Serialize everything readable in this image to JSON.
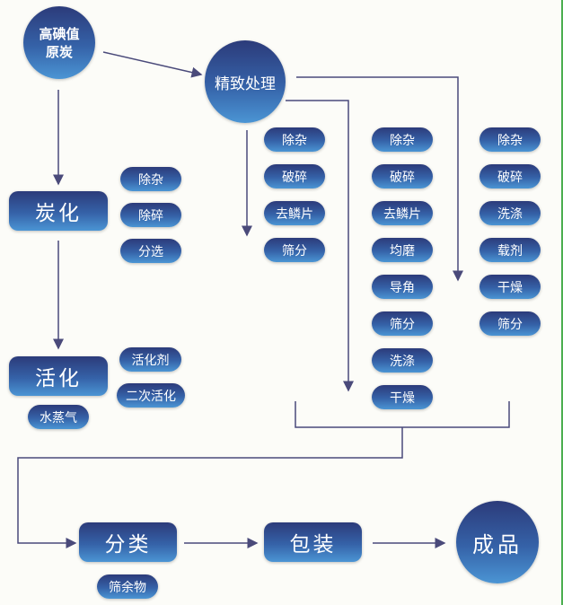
{
  "nodes": {
    "raw": "高碘值\n原炭",
    "refine": "精致处理",
    "carbonize": "炭化",
    "activate": "活化",
    "classify": "分类",
    "pack": "包装",
    "product": "成品"
  },
  "carbonize_steps": [
    "除杂",
    "除碎",
    "分选"
  ],
  "activate_steps": [
    "活化剂",
    "二次活化"
  ],
  "activate_extra": "水蒸气",
  "classify_extra": "筛余物",
  "colB": [
    "除杂",
    "破碎",
    "去鳞片",
    "筛分"
  ],
  "colC": [
    "除杂",
    "破碎",
    "去鳞片",
    "均磨",
    "导角",
    "筛分",
    "洗涤",
    "干燥"
  ],
  "colD": [
    "除杂",
    "破碎",
    "洗涤",
    "载剂",
    "干燥",
    "筛分"
  ],
  "colors": {
    "dark": "#2c3b7a",
    "light": "#4b95d4",
    "line": "#4a4a7a"
  }
}
